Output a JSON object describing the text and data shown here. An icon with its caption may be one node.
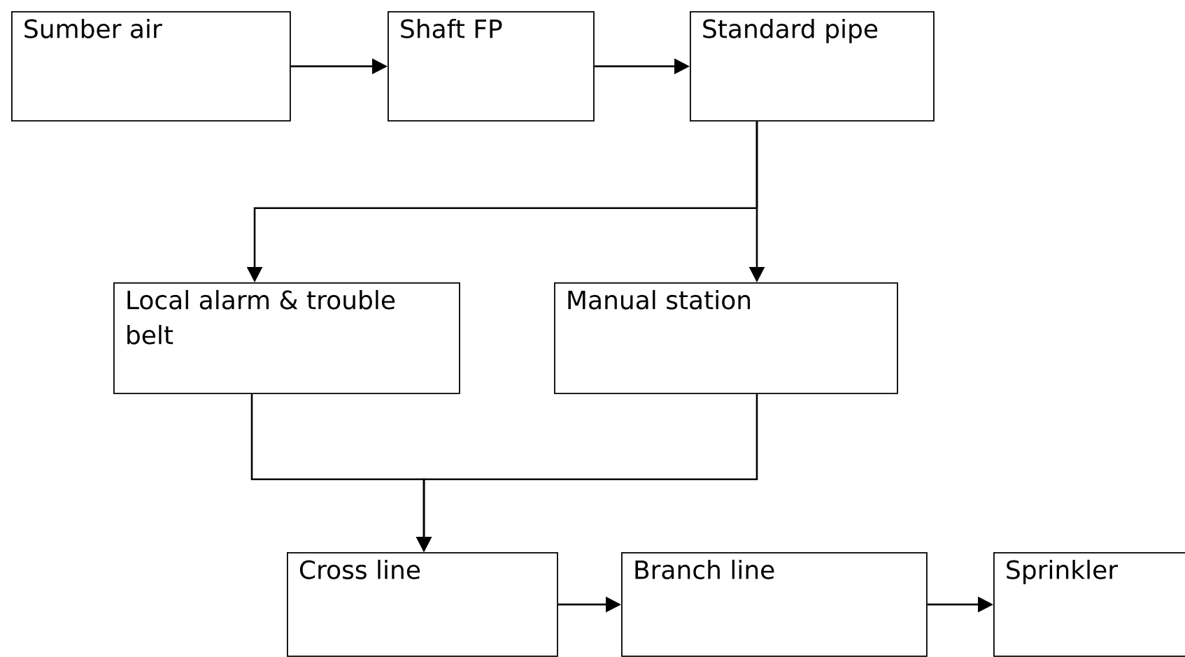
{
  "diagram": {
    "nodes": [
      {
        "text": [
          "Sumber air"
        ]
      },
      {
        "text": [
          "Shaft FP"
        ]
      },
      {
        "text": [
          "Standard pipe"
        ]
      },
      {
        "text": [
          "Local alarm & trouble belt"
        ]
      },
      {
        "text": [
          "Manual station"
        ]
      },
      {
        "text": [
          "Cross line"
        ]
      },
      {
        "text": [
          "Branch line"
        ]
      },
      {
        "text": [
          "Sprinkler"
        ]
      }
    ],
    "edges": [
      {
        "from": 0,
        "to": 1,
        "arrow": "to"
      },
      {
        "from": 1,
        "to": 2,
        "arrow": "to"
      },
      {
        "from": 2,
        "to": 3,
        "arrow": "to"
      },
      {
        "from": 2,
        "to": 4,
        "arrow": "to"
      },
      {
        "from": 3,
        "to": 5,
        "arrow": "to"
      },
      {
        "from": 4,
        "to": 5,
        "arrow": "to"
      },
      {
        "from": 5,
        "to": 6,
        "arrow": "to"
      },
      {
        "from": 6,
        "to": 7,
        "arrow": "to"
      }
    ]
  }
}
